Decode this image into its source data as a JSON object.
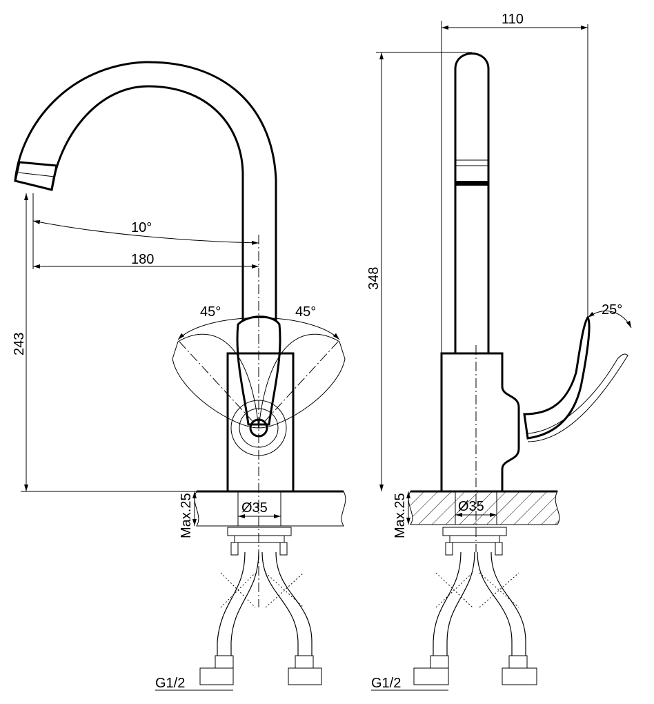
{
  "title": "Faucet technical drawing",
  "front_view": {
    "spout_angle": "10°",
    "spout_reach": "180",
    "height": "243",
    "handle_left_angle": "45°",
    "handle_right_angle": "45°",
    "max_counter": "Max.25",
    "hole_diameter": "Ø35",
    "thread": "G1/2"
  },
  "side_view": {
    "depth": "110",
    "height": "348",
    "handle_angle": "25°",
    "max_counter": "Max.25",
    "hole_diameter": "Ø35",
    "thread": "G1/2"
  }
}
